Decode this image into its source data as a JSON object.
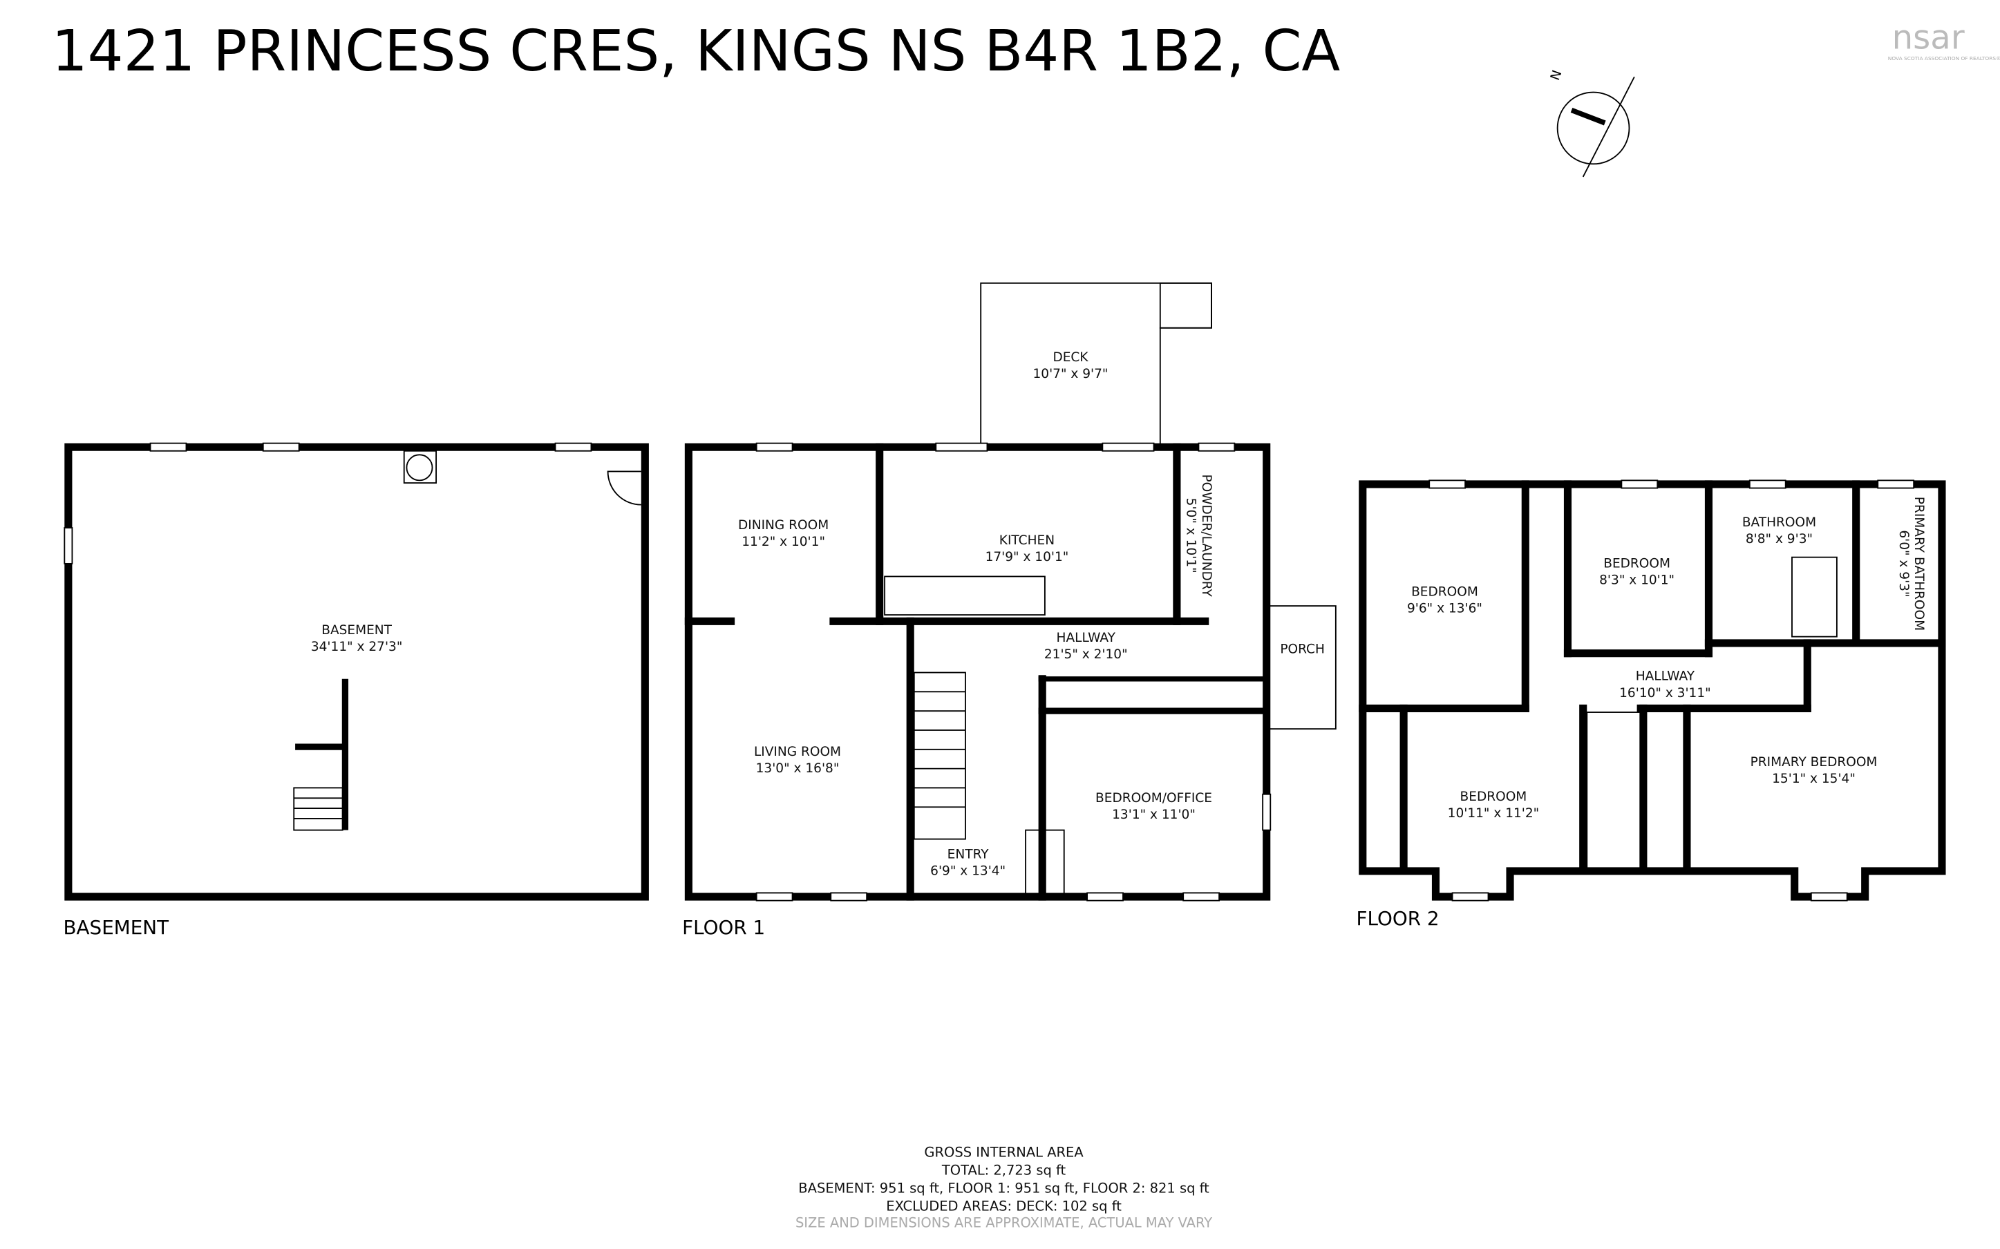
{
  "title": "1421 PRINCESS CRES, KINGS NS B4R 1B2, CA",
  "logo": {
    "text": "nsar",
    "subtitle": "NOVA SCOTIA ASSOCIATION OF REALTORS®"
  },
  "compass": {
    "icon": "north-arrow-icon",
    "label": "N"
  },
  "floors": {
    "basement": {
      "label": "BASEMENT",
      "rooms": [
        {
          "name": "BASEMENT",
          "dims": "34'11\" x 27'3\""
        }
      ]
    },
    "floor1": {
      "label": "FLOOR 1",
      "rooms": [
        {
          "name": "DECK",
          "dims": "10'7\" x 9'7\""
        },
        {
          "name": "DINING ROOM",
          "dims": "11'2\" x 10'1\""
        },
        {
          "name": "KITCHEN",
          "dims": "17'9\" x 10'1\""
        },
        {
          "name": "POWDER/LAUNDRY",
          "dims": "5'0\" x 10'1\""
        },
        {
          "name": "HALLWAY",
          "dims": "21'5\" x 2'10\""
        },
        {
          "name": "PORCH",
          "dims": ""
        },
        {
          "name": "LIVING ROOM",
          "dims": "13'0\" x 16'8\""
        },
        {
          "name": "BEDROOM/OFFICE",
          "dims": "13'1\" x 11'0\""
        },
        {
          "name": "ENTRY",
          "dims": "6'9\" x 13'4\""
        }
      ]
    },
    "floor2": {
      "label": "FLOOR 2",
      "rooms": [
        {
          "name": "BEDROOM",
          "dims": "9'6\" x 13'6\""
        },
        {
          "name": "BEDROOM",
          "dims": "8'3\" x 10'1\""
        },
        {
          "name": "BATHROOM",
          "dims": "8'8\" x 9'3\""
        },
        {
          "name": "PRIMARY BATHROOM",
          "dims": "6'0\" x 9'3\""
        },
        {
          "name": "HALLWAY",
          "dims": "16'10\" x 3'11\""
        },
        {
          "name": "BEDROOM",
          "dims": "10'11\" x 11'2\""
        },
        {
          "name": "PRIMARY BEDROOM",
          "dims": "15'1\" x 15'4\""
        }
      ]
    }
  },
  "summary": {
    "heading": "GROSS INTERNAL AREA",
    "total": "TOTAL: 2,723 sq ft",
    "breakdown": "BASEMENT: 951 sq ft, FLOOR 1: 951 sq ft, FLOOR 2: 821 sq ft",
    "excluded": "EXCLUDED AREAS: DECK: 102 sq ft",
    "disclaimer": "SIZE AND DIMENSIONS ARE APPROXIMATE, ACTUAL MAY VARY"
  }
}
